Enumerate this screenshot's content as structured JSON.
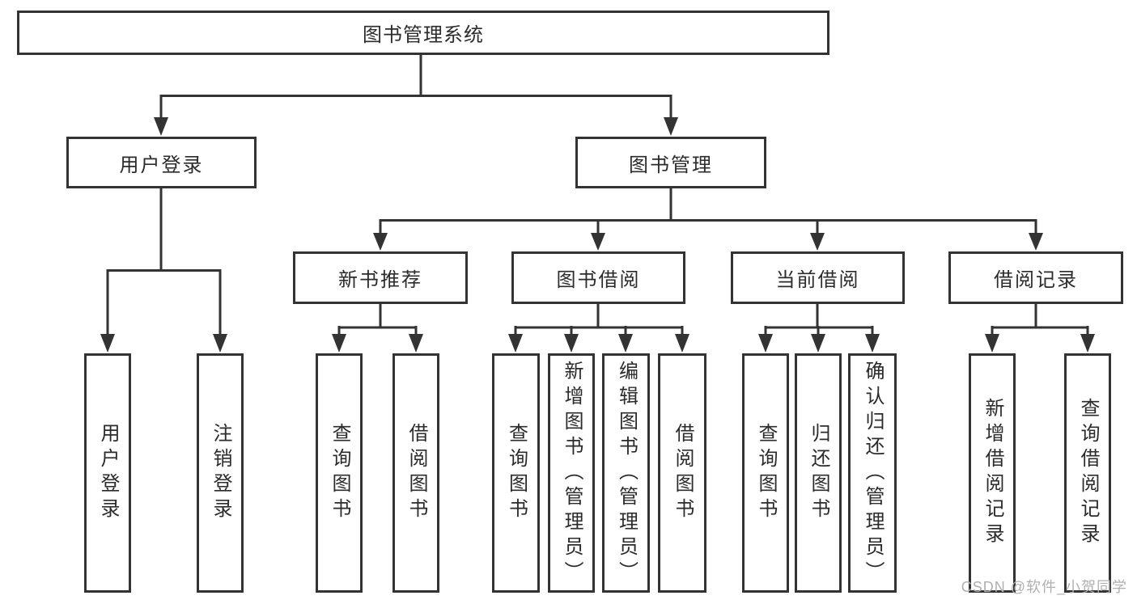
{
  "tree": {
    "root": {
      "label": "图书管理系统"
    },
    "branches": [
      {
        "label": "用户登录",
        "children": [
          {
            "label": "用户登录"
          },
          {
            "label": "注销登录"
          }
        ]
      },
      {
        "label": "图书管理",
        "children": [
          {
            "label": "新书推荐",
            "children": [
              {
                "label": "查询图书"
              },
              {
                "label": "借阅图书"
              }
            ]
          },
          {
            "label": "图书借阅",
            "children": [
              {
                "label": "查询图书"
              },
              {
                "label": "新增图书（管理员）"
              },
              {
                "label": "编辑图书（管理员）"
              },
              {
                "label": "借阅图书"
              }
            ]
          },
          {
            "label": "当前借阅",
            "children": [
              {
                "label": "查询图书"
              },
              {
                "label": "归还图书"
              },
              {
                "label": "确认归还（管理员）"
              }
            ]
          },
          {
            "label": "借阅记录",
            "children": [
              {
                "label": "新增借阅记录"
              },
              {
                "label": "查询借阅记录"
              }
            ]
          }
        ]
      }
    ]
  },
  "watermark": {
    "text": "CSDN @软件_小贺同学"
  },
  "colors": {
    "line": "#333333",
    "box_border": "#333333",
    "text": "#2b2b2b",
    "background": "#ffffff",
    "watermark": "#b0b0b0"
  }
}
